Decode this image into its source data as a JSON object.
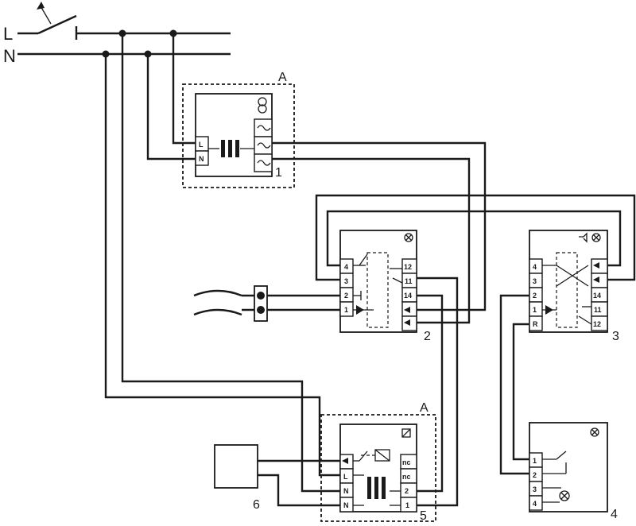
{
  "supply": {
    "line_label": "L",
    "neutral_label": "N"
  },
  "module_labels": {
    "transformer": "1",
    "push_button_relay": "2",
    "alarm_relay": "3",
    "call_point": "4",
    "power_module": "5",
    "load": "6",
    "enclosure_top": "A",
    "enclosure_bottom": "A"
  },
  "module1_terminals": [
    "L",
    "N"
  ],
  "module2_left_terminals": [
    "4",
    "3",
    "2",
    "1"
  ],
  "module2_right_terminals": [
    "12",
    "11",
    "14"
  ],
  "module3_left_terminals": [
    "4",
    "3",
    "2",
    "1",
    "R"
  ],
  "module3_right_terminals": [
    "14",
    "11",
    "12"
  ],
  "module4_terminals": [
    "1",
    "2",
    "3",
    "4"
  ],
  "module5_left_terminals": [
    "L",
    "N"
  ],
  "module5_right_terminals": [
    "nc",
    "nc",
    "2",
    "1"
  ],
  "icons": {
    "transformer_symbol": "transformer-icon",
    "lamp_symbol": "lamp-icon",
    "bell_symbol": "bell-icon",
    "relay_symbol": "relay-icon",
    "switch_symbol": "switch-icon"
  }
}
